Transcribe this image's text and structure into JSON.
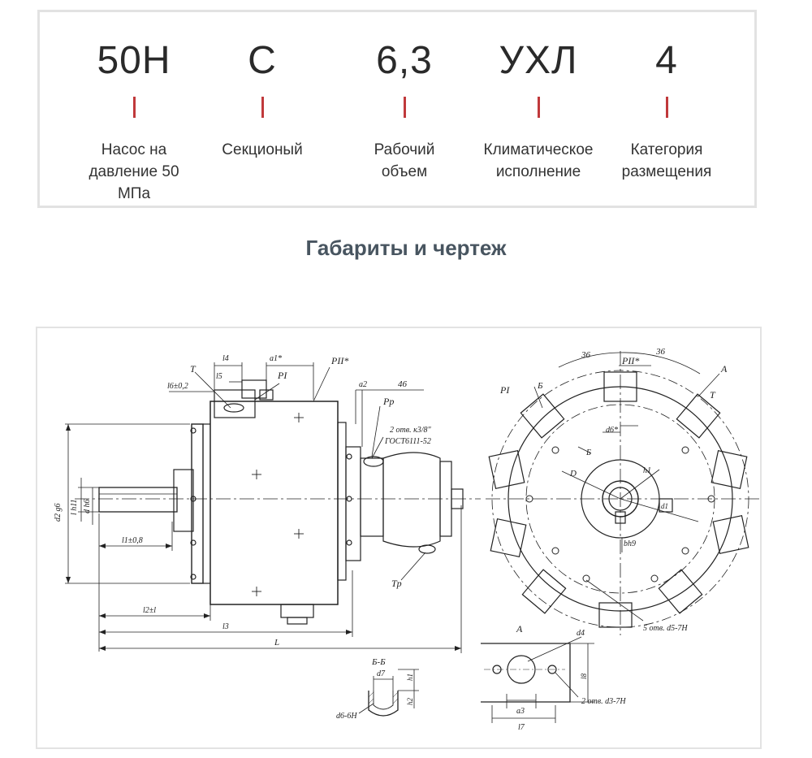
{
  "designation": [
    {
      "code": "50Н",
      "description": "Насос на давление 50 МПа"
    },
    {
      "code": "С",
      "description": "Секционый"
    },
    {
      "code": "6,3",
      "description": "Рабочий объем"
    },
    {
      "code": "УХЛ",
      "description": "Климатическое исполнение"
    },
    {
      "code": "4",
      "description": "Категория размещения"
    }
  ],
  "section_title": "Габариты и чертеж",
  "drawing": {
    "labels": {
      "T_top": "T",
      "l4": "l4",
      "a1": "a1*",
      "PII_top": "PII*",
      "l5": "l5",
      "PI_top": "PI",
      "l6": "l6±0,2",
      "a2": "a2",
      "dim46": "46",
      "Pp": "Pp",
      "holes_k": "2 отв. к3/8\"",
      "gost": "ГОСТ6111-52",
      "d2g6": "d2 g6",
      "lh11": "l h11",
      "dh6": "d h6",
      "l1": "l1±0,8",
      "Tp": "Tp",
      "l2": "l2±l",
      "l3": "l3",
      "L": "L",
      "BB": "Б-Б",
      "d7": "d7",
      "h1_section": "h1",
      "h2": "h2",
      "d6": "d6-6H",
      "dim36_left": "36",
      "dim36_right": "36",
      "PII_right": "PII*",
      "A_arrow": "A",
      "PI_right": "PI",
      "B_cut": "Б",
      "T_right": "T",
      "d6_star": "d6*",
      "B_small": "Б",
      "D": "D",
      "h1_right": "h1",
      "d1": "d1",
      "bh9": "bh9",
      "holes_5": "5 отв. d5-7H",
      "A_view": "A",
      "d4": "d4",
      "l8": "l8",
      "holes_2": "2 отв. d3-7H",
      "a3": "a3",
      "l7": "l7"
    }
  }
}
